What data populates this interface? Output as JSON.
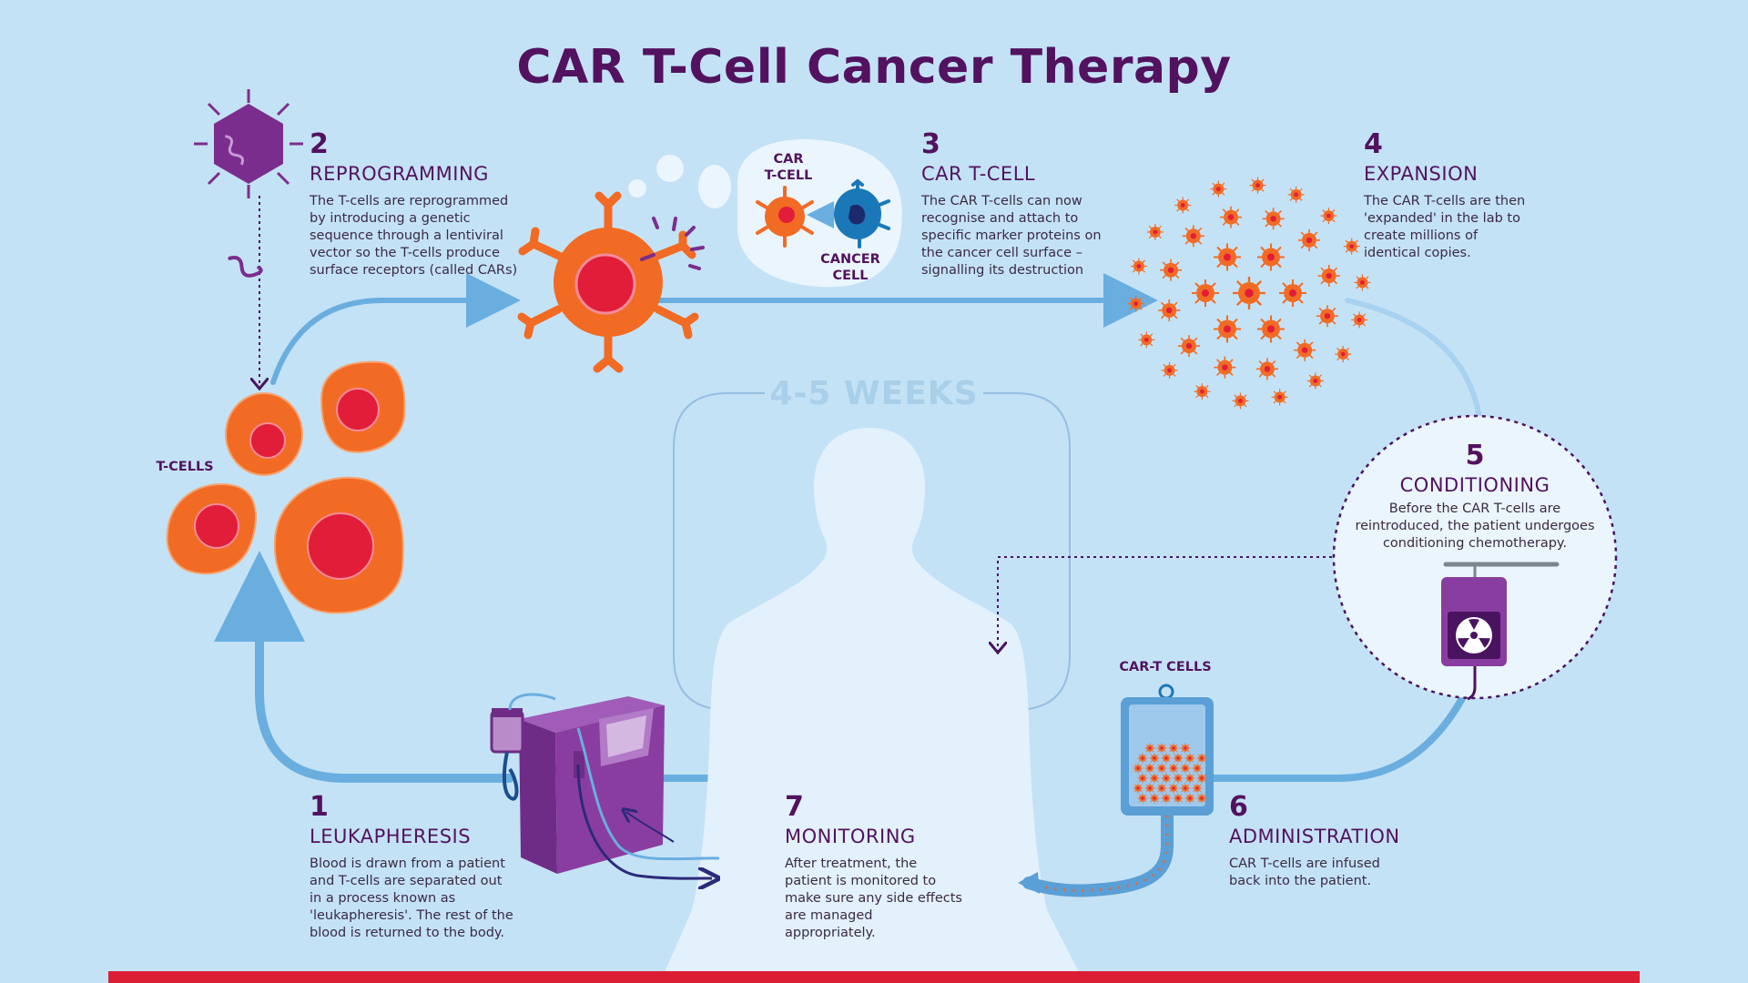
{
  "title": "CAR T-Cell Cancer Therapy",
  "duration_label": "4-5 WEEKS",
  "labels": {
    "t_cells": "T-CELLS",
    "car_t_cell": "CAR\nT-CELL",
    "cancer_cell": "CANCER\nCELL",
    "car_t_cells_bag": "CAR-T CELLS"
  },
  "steps": [
    {
      "number": "1",
      "heading": "LEUKAPHERESIS",
      "description": "Blood is drawn from a patient and T-cells are separated out in a process known as 'leukapheresis'. The rest of the blood is returned to the body."
    },
    {
      "number": "2",
      "heading": "REPROGRAMMING",
      "description": "The T-cells are reprogrammed by introducing a genetic sequence through a lentiviral vector so the T-cells produce surface receptors (called CARs)"
    },
    {
      "number": "3",
      "heading": "CAR T-CELL",
      "description": "The CAR T-cells can now recognise and attach to specific marker proteins on the cancer cell surface – signalling its destruction"
    },
    {
      "number": "4",
      "heading": "EXPANSION",
      "description": "The CAR T-cells are then 'expanded' in the lab to create millions of identical copies."
    },
    {
      "number": "5",
      "heading": "CONDITIONING",
      "description": "Before the CAR T-cells are reintroduced, the patient undergoes conditioning chemotherapy."
    },
    {
      "number": "6",
      "heading": "ADMINISTRATION",
      "description": "CAR T-cells are infused back into the patient."
    },
    {
      "number": "7",
      "heading": "MONITORING",
      "description": "After treatment, the patient is monitored to make sure any side effects are managed appropriately."
    }
  ],
  "colors": {
    "background": "#c4e2f6",
    "title": "#52125f",
    "t_cell": "#f26b24",
    "nucleus": "#e11d3a",
    "virus": "#7b2d8e",
    "cancer_cell": "#1b78b8",
    "flow_arrow": "#6aaee0",
    "machine": "#8a3da0",
    "accent_bar": "#dc1e34",
    "body": "#e2f1fb"
  }
}
